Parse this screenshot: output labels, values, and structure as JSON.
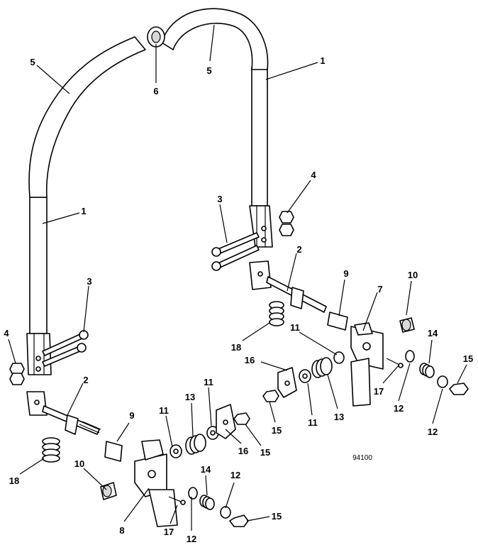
{
  "figure_code": "94100",
  "callouts": [
    "1",
    "1",
    "2",
    "2",
    "3",
    "3",
    "4",
    "4",
    "5",
    "5",
    "6",
    "7",
    "8",
    "9",
    "9",
    "10",
    "10",
    "11",
    "11",
    "11",
    "11",
    "12",
    "12",
    "12",
    "12",
    "13",
    "13",
    "14",
    "14",
    "15",
    "15",
    "15",
    "15",
    "16",
    "16",
    "17",
    "17",
    "18",
    "18"
  ]
}
